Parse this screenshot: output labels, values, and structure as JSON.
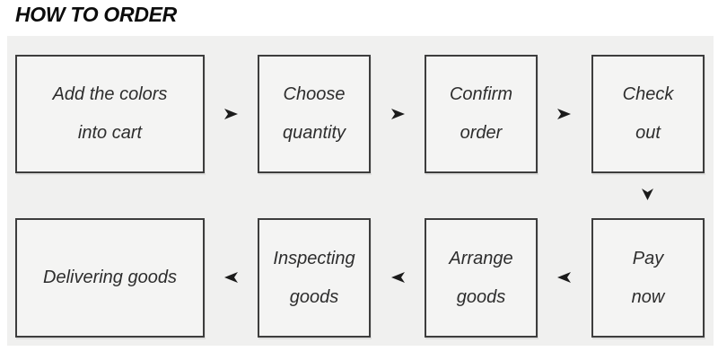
{
  "title": "HOW TO ORDER",
  "colors": {
    "page_bg": "#ffffff",
    "panel_bg": "#f0f0ef",
    "box_bg": "#f4f4f3",
    "box_border": "#3d3d3d",
    "text": "#2d2d2d",
    "title": "#0c0c0c",
    "arrow": "#1b1b1b"
  },
  "rows": [
    {
      "direction": "right",
      "boxes": [
        {
          "lines": [
            "Add the colors",
            "into cart"
          ]
        },
        {
          "lines": [
            "Choose",
            "quantity"
          ]
        },
        {
          "lines": [
            "Confirm",
            "order"
          ]
        },
        {
          "lines": [
            "Check",
            "out"
          ]
        }
      ]
    },
    {
      "direction": "left",
      "boxes": [
        {
          "lines": [
            "Delivering goods"
          ]
        },
        {
          "lines": [
            "Inspecting",
            "goods"
          ]
        },
        {
          "lines": [
            "Arrange",
            "goods"
          ]
        },
        {
          "lines": [
            "Pay",
            "now"
          ]
        }
      ]
    }
  ],
  "connector": {
    "direction": "down",
    "from": "Check out",
    "to": "Pay now"
  }
}
